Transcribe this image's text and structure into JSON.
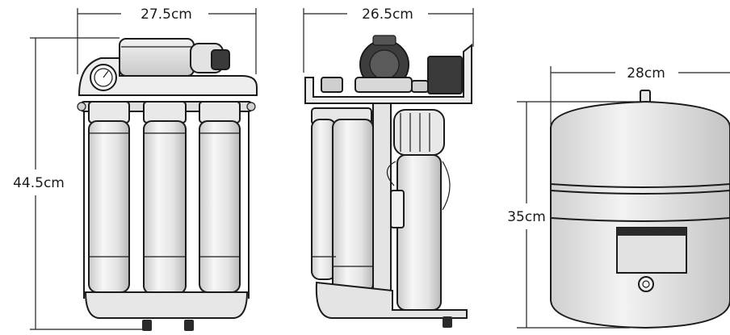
{
  "dimensions": {
    "front_width": "27.5cm",
    "side_depth": "26.5cm",
    "tank_width": "28cm",
    "unit_height": "44.5cm",
    "tank_height": "35cm"
  },
  "colors": {
    "line": "#1b1b1b",
    "body_light": "#ececec",
    "body_mid": "#d9d9d9",
    "shadow": "#bdbdbd",
    "dark_part": "#3a3a3a",
    "background": "#ffffff"
  }
}
